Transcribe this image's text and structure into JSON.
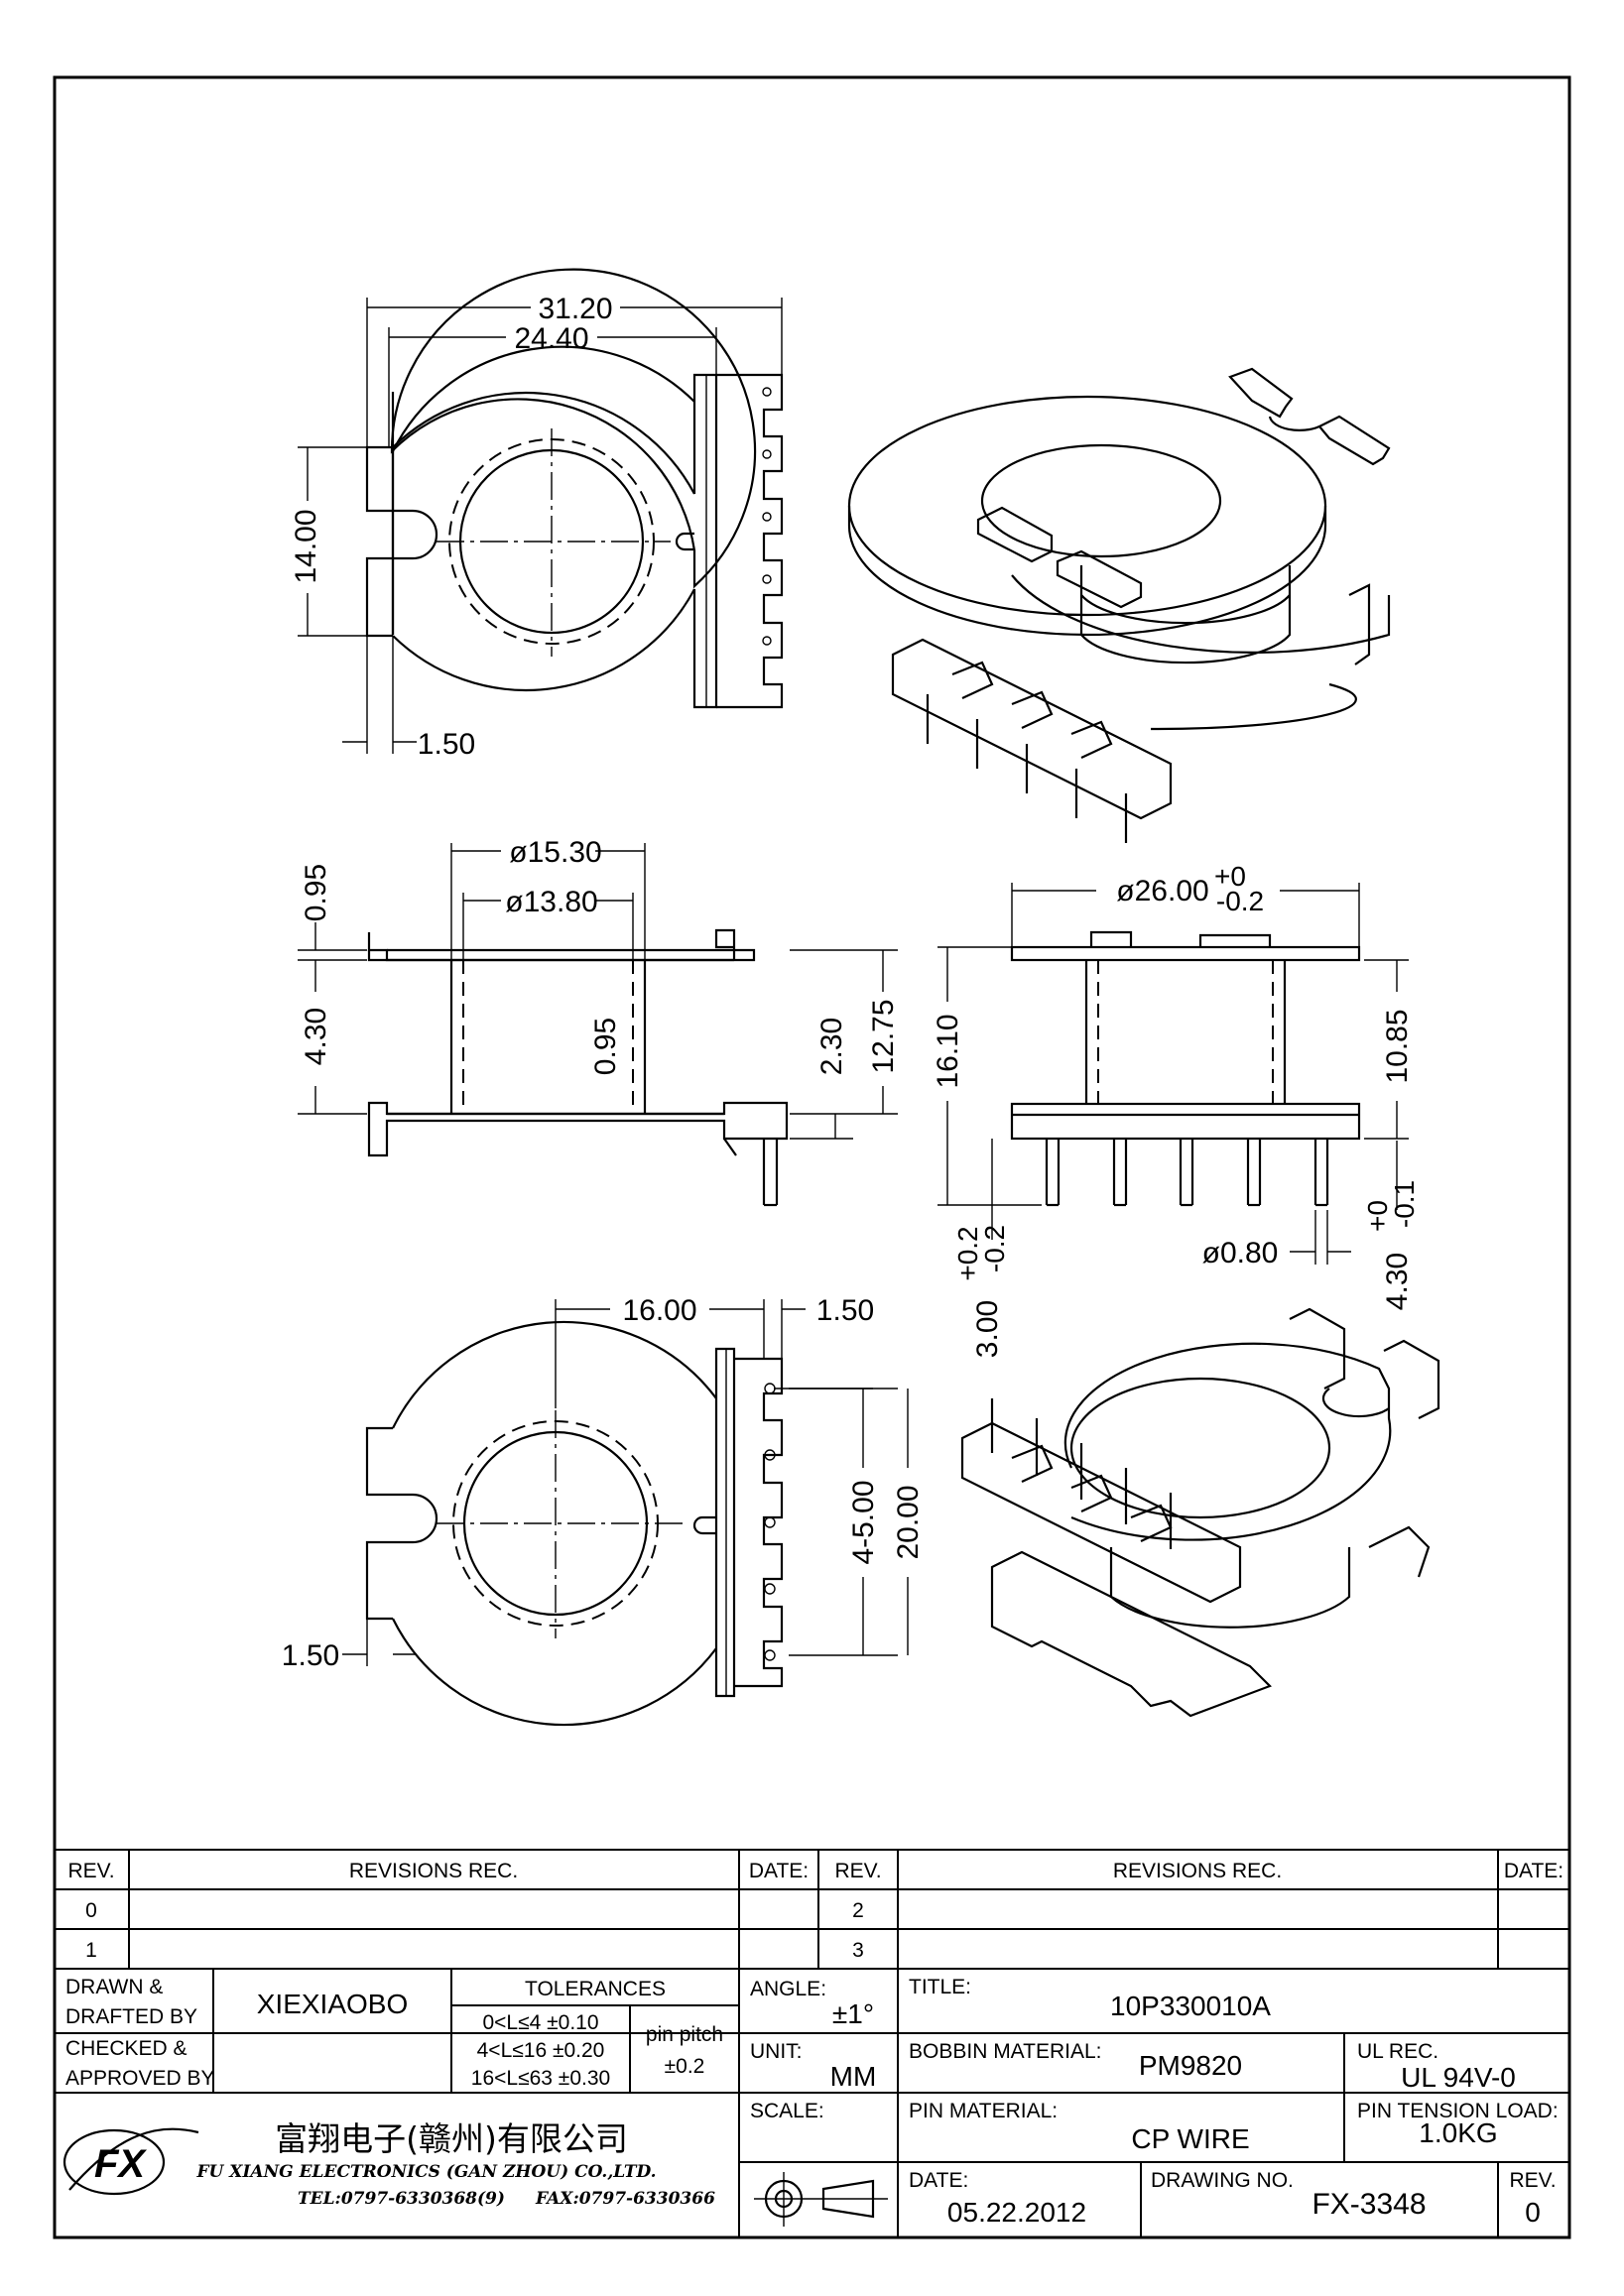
{
  "dimensions": {
    "width_overall": "31.20",
    "width_flange": "24.40",
    "slot_height": "14.00",
    "wall_1_50_top": "1.50",
    "outer_dia": "ø15.30",
    "inner_dia": "ø13.80",
    "flange_thk_top": "0.95",
    "winding_height": "4.30",
    "wall_0_95": "0.95",
    "pin_step": "2.30",
    "height_12_75": "12.75",
    "flange_dia_main": "ø26.00",
    "flange_dia_tol_plus": "+0",
    "flange_dia_tol_minus": "-0.2",
    "height_16_10": "16.10",
    "height_10_85": "10.85",
    "pin_len_main": "3.00",
    "pin_len_tol_plus": "+0.2",
    "pin_len_tol_minus": "-0.2",
    "pin_dia": "ø0.80",
    "pin_off_main": "4.30",
    "pin_off_tol_plus": "+0",
    "pin_off_tol_minus": "-0.1",
    "bottom_width_16": "16.00",
    "bottom_wall_1_50_right": "1.50",
    "pin_pitch_total": "4-5.00",
    "row_span": "20.00",
    "bottom_wall_1_50_left": "1.50"
  },
  "title_block": {
    "rev_header": "REV.",
    "revisions_header": "REVISIONS   REC.",
    "date_header": "DATE:",
    "rev_rows_left": [
      "0",
      "1"
    ],
    "rev_rows_right": [
      "2",
      "3"
    ],
    "drawn_label_1": "DRAWN  &",
    "drawn_label_2": "DRAFTED  BY",
    "drawn_value": "XIEXIAOBO",
    "checked_label_1": "CHECKED  &",
    "checked_label_2": "APPROVED  BY",
    "tolerances_header": "TOLERANCES",
    "tol_row_1": "0<L≤4    ±0.10",
    "tol_row_2": "4<L≤16  ±0.20",
    "tol_row_3": "16<L≤63  ±0.30",
    "pin_pitch_label": "pin  pitch",
    "pin_pitch_value": "±0.2",
    "angle_label": "ANGLE:",
    "angle_value": "±1°",
    "unit_label": "UNIT:",
    "unit_value": "MM",
    "scale_label": "SCALE:",
    "title_label": "TITLE:",
    "title_value": "10P330010A",
    "bobbin_material_label": "BOBBIN  MATERIAL:",
    "bobbin_material_value": "PM9820",
    "ul_rec_label": "UL  REC.",
    "ul_rec_value": "UL  94V-0",
    "pin_material_label": "PIN  MATERIAL:",
    "pin_material_value": "CP  WIRE",
    "pin_tension_label": "PIN  TENSION  LOAD:",
    "pin_tension_value": "1.0KG",
    "date_label": "DATE:",
    "date_value": "05.22.2012",
    "drawing_no_label": "DRAWING  NO.",
    "drawing_no_value": "FX-3348",
    "rev_label": "REV.",
    "rev_value": "0",
    "company_cn": "富翔电子(赣州)有限公司",
    "company_en": "FU XIANG ELECTRONICS (GAN ZHOU) CO.,LTD.",
    "tel": "TEL:0797-6330368(9)",
    "fax": "FAX:0797-6330366",
    "logo_text": "FX"
  }
}
